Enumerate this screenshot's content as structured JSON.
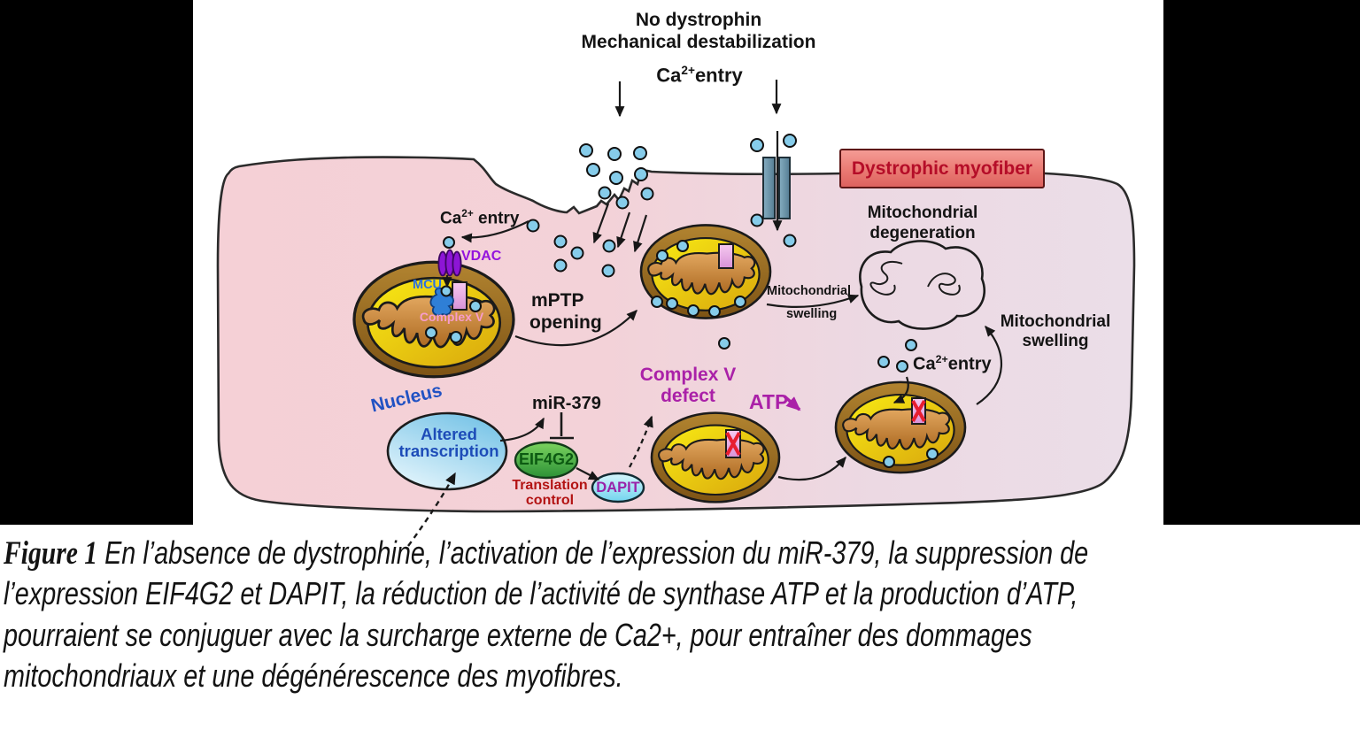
{
  "top": {
    "no_dystrophin": "No dystrophin",
    "mechanical": "Mechanical destabilization",
    "ca_entry": {
      "base": "Ca",
      "sup": "2+",
      "rest": "entry"
    }
  },
  "badge": {
    "label": "Dystrophic myofiber"
  },
  "labels": {
    "ca_entry_left": {
      "base": "Ca",
      "sup": "2+",
      "rest": " entry"
    },
    "vdac": "VDAC",
    "mcu": "MCU",
    "complex_v": "Complex V",
    "mptp_line1": "mPTP",
    "mptp_line2": "opening",
    "swelling_mid_line1": "Mitochondrial",
    "swelling_mid_line2": "swelling",
    "degeneration_line1": "Mitochondrial",
    "degeneration_line2": "degeneration",
    "swelling_right_line1": "Mitochondrial",
    "swelling_right_line2": "swelling",
    "ca_entry_right": {
      "base": "Ca",
      "sup": "2+",
      "rest": "entry"
    },
    "complex_v_defect_line1": "Complex V",
    "complex_v_defect_line2": "defect",
    "atp": "ATP",
    "nucleus": "Nucleus",
    "altered_line1": "Altered",
    "altered_line2": "transcription",
    "mir379": "miR-379",
    "eif4g2": "EIF4G2",
    "translation_line1": "Translation",
    "translation_line2": "control",
    "dapit": "DAPIT"
  },
  "caption": {
    "figure_label": "Figure 1",
    "line1": " En l’absence de dystrophine, l’activation de l’expression du miR-379, la suppression de",
    "line2": "l’expression EIF4G2 et DAPIT, la réduction de l’activité de synthase ATP et la production d’ATP,",
    "line3": "pourraient se conjuguer avec la surcharge externe de Ca2+, pour entraîner des dommages",
    "line4": "mitochondriaux et une dégénérescence des myofibres."
  },
  "colors": {
    "cell_pink": "#f3d1d7",
    "cell_lavender": "#eadce6",
    "badge_red": "#ea7a73",
    "badge_text": "#b50d28",
    "magenta_labels": "#aa21a8",
    "dark_red_label": "#b31313",
    "vdac_purple": "#9414dd",
    "mcu_blue": "#2a6fe0",
    "complex_v_pink": "#f79ccb",
    "nucleus_text_blue": "#2152c3",
    "eif4g2_green": "#43a943",
    "ca_ion_blue": "#86ccea",
    "mito_outer_brown": "#9a6c1e",
    "mito_inner_yellow": "#eed60c",
    "defect_x_red": "#e81e30"
  }
}
